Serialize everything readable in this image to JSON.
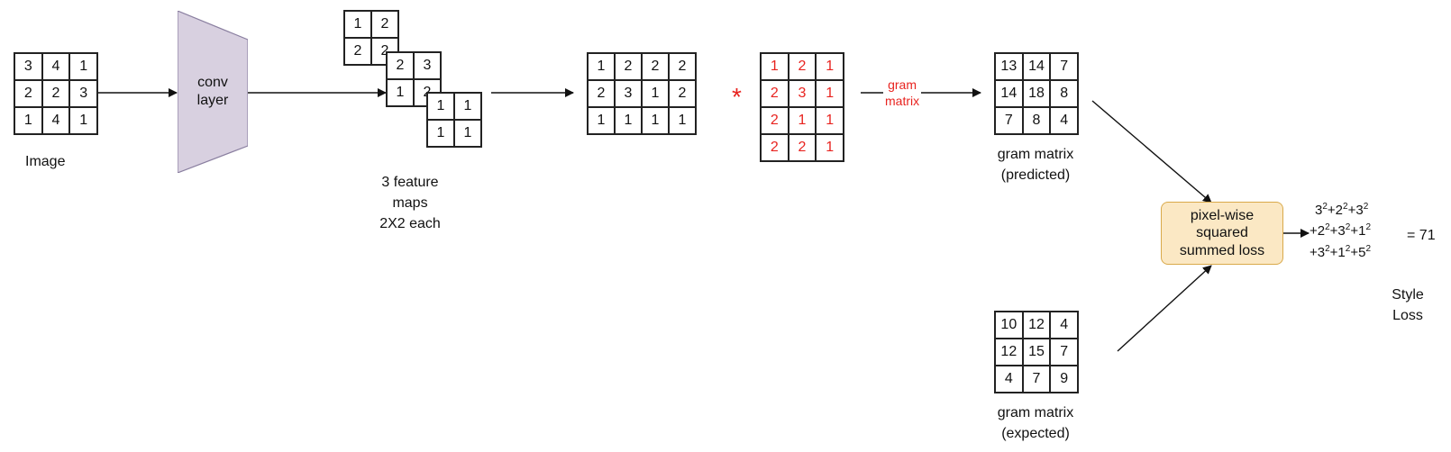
{
  "image": {
    "label": "Image",
    "values": [
      [
        "3",
        "4",
        "1"
      ],
      [
        "2",
        "2",
        "3"
      ],
      [
        "1",
        "4",
        "1"
      ]
    ]
  },
  "conv_layer": {
    "line1": "conv",
    "line2": "layer",
    "fill": "#d8d0e0",
    "stroke": "#8a7fa0"
  },
  "feature_maps": {
    "maps": [
      [
        [
          "1",
          "2"
        ],
        [
          "2",
          "2"
        ]
      ],
      [
        [
          "2",
          "3"
        ],
        [
          "1",
          "2"
        ]
      ],
      [
        [
          "1",
          "1"
        ],
        [
          "1",
          "1"
        ]
      ]
    ],
    "label_line1": "3 feature",
    "label_line2": "maps",
    "label_line3": "2X2 each"
  },
  "flattened": {
    "values": [
      [
        "1",
        "2",
        "2",
        "2"
      ],
      [
        "2",
        "3",
        "1",
        "2"
      ],
      [
        "1",
        "1",
        "1",
        "1"
      ]
    ]
  },
  "multiply_symbol": "*",
  "transposed": {
    "values": [
      [
        "1",
        "2",
        "1"
      ],
      [
        "2",
        "3",
        "1"
      ],
      [
        "2",
        "1",
        "1"
      ],
      [
        "2",
        "2",
        "1"
      ]
    ],
    "color": "#e8231f"
  },
  "gram_operation": {
    "line1": "gram",
    "line2": "matrix"
  },
  "gram_predicted": {
    "values": [
      [
        "13",
        "14",
        "7"
      ],
      [
        "14",
        "18",
        "8"
      ],
      [
        "7",
        "8",
        "4"
      ]
    ],
    "label_line1": "gram matrix",
    "label_line2": "(predicted)"
  },
  "gram_expected": {
    "values": [
      [
        "10",
        "12",
        "4"
      ],
      [
        "12",
        "15",
        "7"
      ],
      [
        "4",
        "7",
        "9"
      ]
    ],
    "label_line1": "gram matrix",
    "label_line2": "(expected)"
  },
  "loss_box": {
    "line1": "pixel-wise",
    "line2": "squared",
    "line3": "summed loss",
    "fill": "#fbe8c4"
  },
  "equation": {
    "row1": [
      [
        "3",
        "2"
      ],
      [
        "+2",
        "2"
      ],
      [
        "+3",
        "2"
      ]
    ],
    "row2": [
      [
        "+2",
        "2"
      ],
      [
        "+3",
        "2"
      ],
      [
        "+1",
        "2"
      ]
    ],
    "row3": [
      [
        "+3",
        "2"
      ],
      [
        "+1",
        "2"
      ],
      [
        "+5",
        "2"
      ]
    ],
    "result": "=  71"
  },
  "style_loss": {
    "line1": "Style",
    "line2": "Loss"
  }
}
